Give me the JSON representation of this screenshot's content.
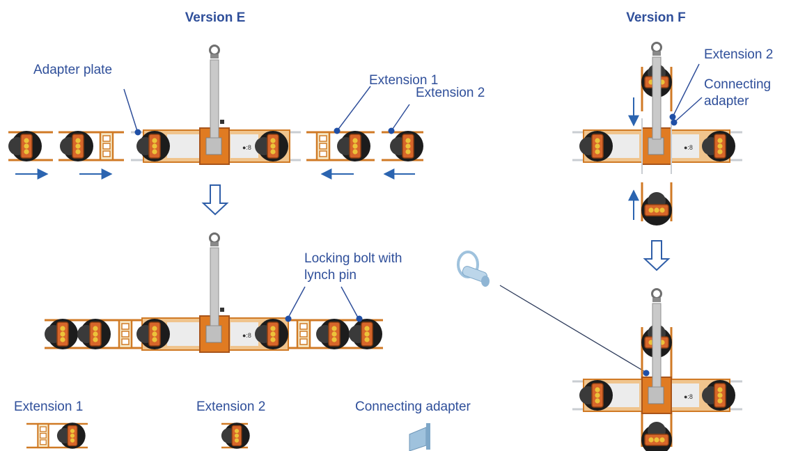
{
  "titles": {
    "version_e": "Version E",
    "version_f": "Version F"
  },
  "callouts": {
    "adapter_plate": "Adapter plate",
    "extension_1": "Extension 1",
    "extension_2": "Extension 2",
    "f_extension_2": "Extension 2",
    "connecting_adapter_line1": "Connecting",
    "connecting_adapter_line2": "adapter",
    "locking_bolt_line1": "Locking bolt with",
    "locking_bolt_line2": "lynch pin"
  },
  "legend": {
    "extension_1": "Extension 1",
    "extension_2": "Extension 2",
    "connecting_adapter": "Connecting adapter"
  },
  "frame_label": "●:8",
  "colors": {
    "label_text": "#2f4f9a",
    "frame_orange": "#e07b22",
    "frame_dark": "#a8541a",
    "pad_black": "#1a1a1a",
    "hub_yellow": "#e5b52b",
    "panel_light": "#ececec",
    "beam_grey": "#c9cdd2",
    "callout_dot": "#1f4fa6",
    "arrow_blue": "#2b64b0",
    "adapter_blue": "#9fc2dd"
  }
}
